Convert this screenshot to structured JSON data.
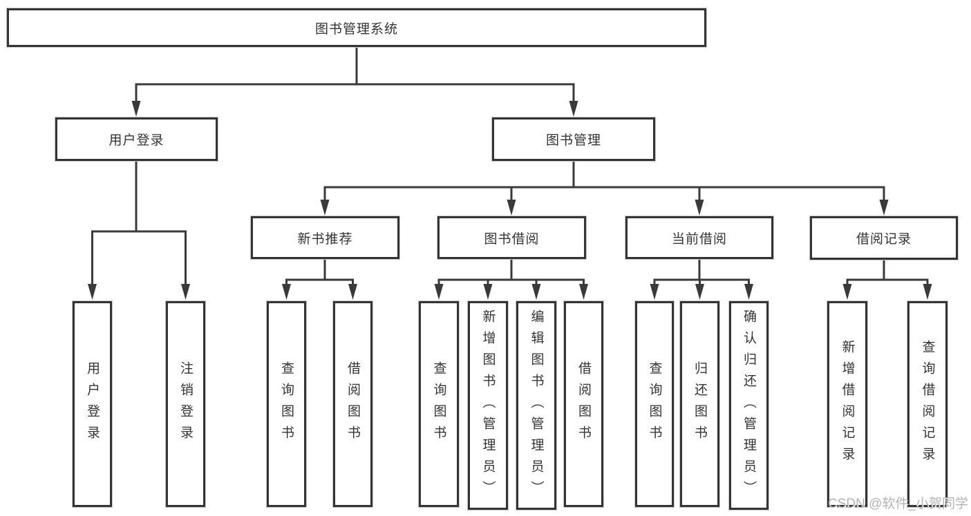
{
  "tree": {
    "root": {
      "label": "图书管理系统"
    },
    "branches": [
      {
        "label": "用户登录",
        "children": [
          {
            "label": "用户登录"
          },
          {
            "label": "注销登录"
          }
        ]
      },
      {
        "label": "图书管理",
        "children": [
          {
            "label": "新书推荐",
            "children": [
              {
                "label": "查询图书"
              },
              {
                "label": "借阅图书"
              }
            ]
          },
          {
            "label": "图书借阅",
            "children": [
              {
                "label": "查询图书"
              },
              {
                "label": "新增图书（管理员）"
              },
              {
                "label": "编辑图书（管理员）"
              },
              {
                "label": "借阅图书"
              }
            ]
          },
          {
            "label": "当前借阅",
            "children": [
              {
                "label": "查询图书"
              },
              {
                "label": "归还图书"
              },
              {
                "label": "确认归还（管理员）"
              }
            ]
          },
          {
            "label": "借阅记录",
            "children": [
              {
                "label": "新增借阅记录"
              },
              {
                "label": "查询借阅记录"
              }
            ]
          }
        ]
      }
    ]
  },
  "watermark": {
    "text": "CSDN @软件_小贺同学"
  },
  "colors": {
    "line": "#3a3a3a",
    "box_border": "#343434",
    "text": "#333333",
    "background": "#ffffff",
    "watermark": "#b3b3b3"
  }
}
